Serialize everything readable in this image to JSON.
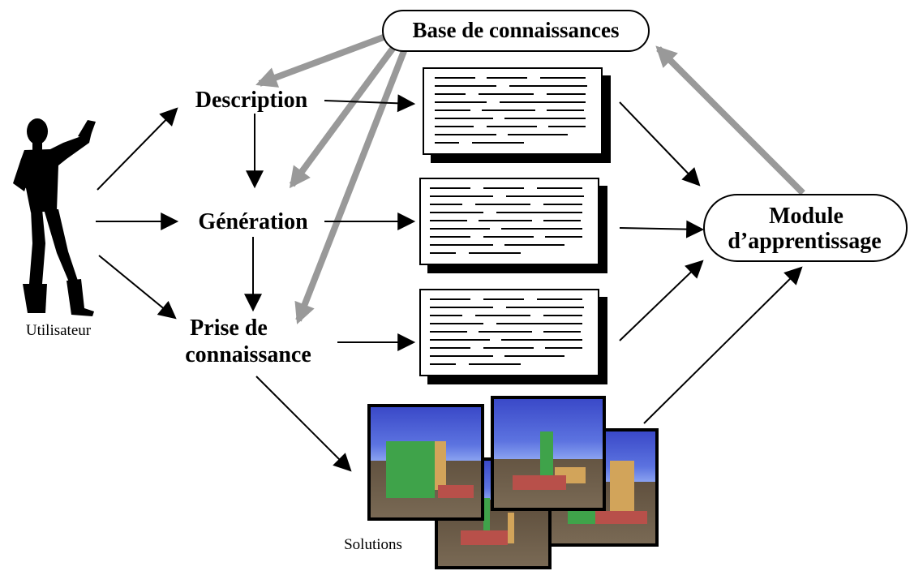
{
  "labels": {
    "knowledge_base": "Base de connaissances",
    "description": "Description",
    "generation": "Génération",
    "prise_line1": "Prise de",
    "prise_line2": "connaissance",
    "module_line1": "Module",
    "module_line2": "d’apprentissage",
    "user": "Utilisateur",
    "solutions": "Solutions"
  },
  "colors": {
    "black_arrow": "#000000",
    "gray_arrow": "#999999",
    "scene_sky": "#4a5fd0",
    "scene_floor": "#6b5a45",
    "block_green": "#3fa34a",
    "block_red": "#b8504a",
    "block_tan": "#d2a45a"
  }
}
